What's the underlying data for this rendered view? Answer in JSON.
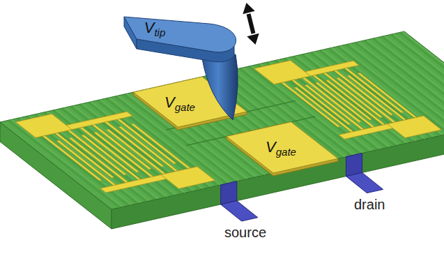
{
  "diagram": {
    "nodes": [
      {
        "text": [
          "V",
          "tip"
        ]
      },
      {
        "text": [
          "V",
          "gate"
        ]
      },
      {
        "text": [
          "V",
          "gate"
        ]
      }
    ],
    "labels": [
      "source",
      "drain"
    ]
  }
}
